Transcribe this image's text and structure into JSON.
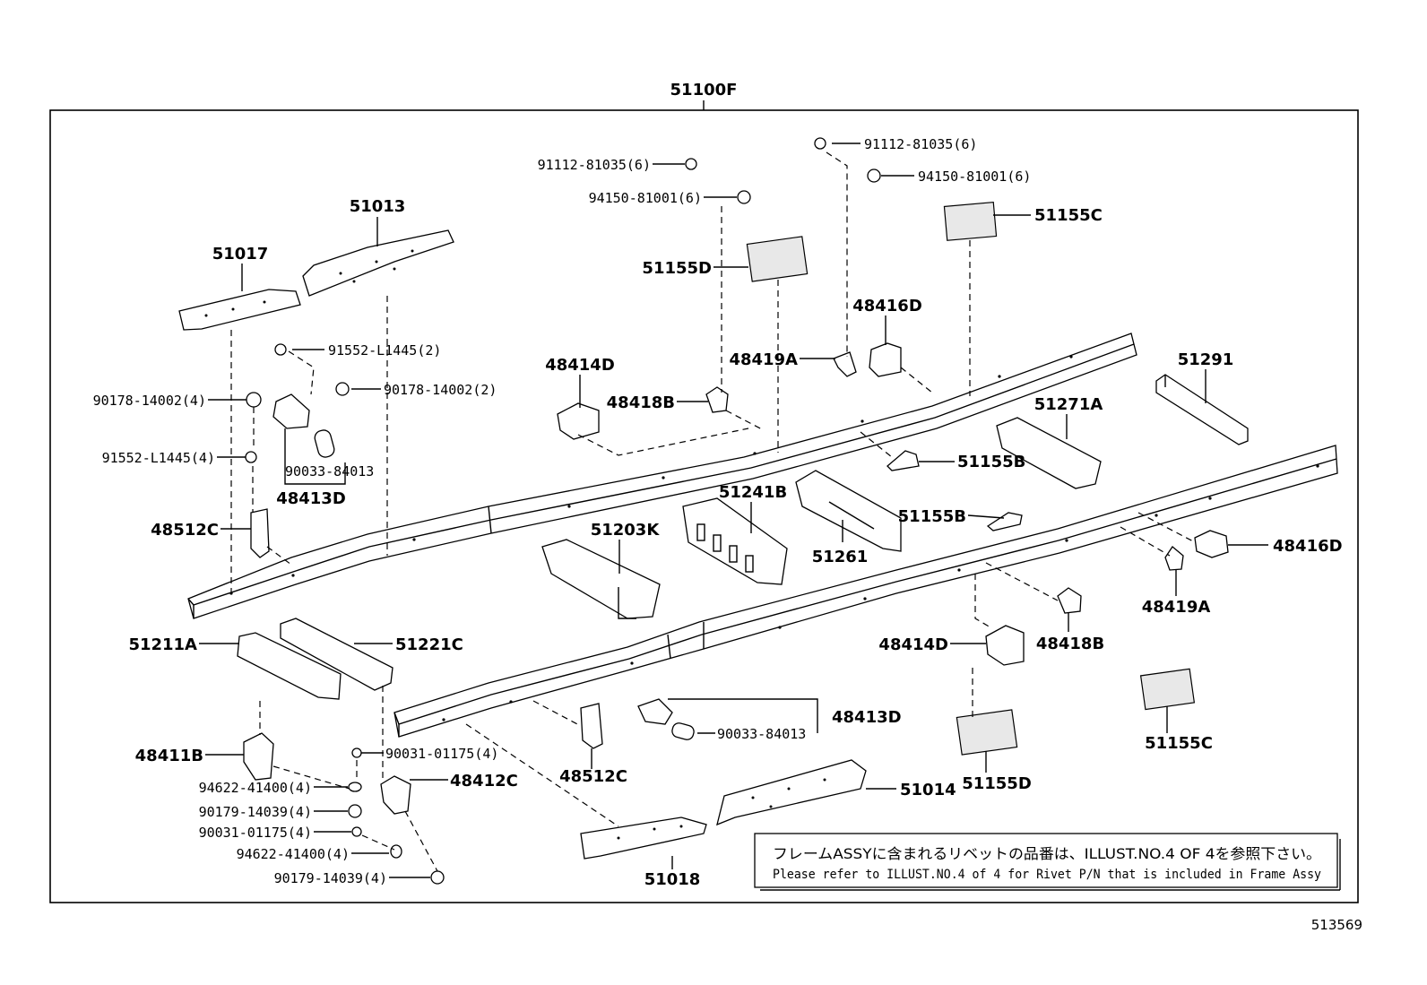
{
  "diagram": {
    "assembly_label": "51100F",
    "figure_id": "513569",
    "note": {
      "jp": "フレームASSYに含まれるリベットの品番は、ILLUST.NO.4 OF 4を参照下さい。",
      "en": "Please refer to ILLUST.NO.4 of 4 for Rivet P/N that is included in Frame Assy"
    },
    "labels": {
      "p51013": "51013",
      "p51017": "51017",
      "p91552_2": "91552-L1445(2)",
      "p90178_2": "90178-14002(2)",
      "p90178_4": "90178-14002(4)",
      "p91552_4": "91552-L1445(4)",
      "p90033_a": "90033-84013",
      "p48413D_a": "48413D",
      "p48512C_a": "48512C",
      "p91112_a": "91112-81035(6)",
      "p94150_a": "94150-81001(6)",
      "p51155D_a": "51155D",
      "p91112_b": "91112-81035(6)",
      "p94150_b": "94150-81001(6)",
      "p51155C_a": "51155C",
      "p48416D_a": "48416D",
      "p48419A_a": "48419A",
      "p48414D_a": "48414D",
      "p48418B_a": "48418B",
      "p51291": "51291",
      "p51271A": "51271A",
      "p51155B_a": "51155B",
      "p51241B": "51241B",
      "p51155B_b": "51155B",
      "p51203K": "51203K",
      "p51261": "51261",
      "p48416D_b": "48416D",
      "p48419A_b": "48419A",
      "p48418B_b": "48418B",
      "p48414D_b": "48414D",
      "p51211A": "51211A",
      "p51221C": "51221C",
      "p48413D_b": "48413D",
      "p90033_b": "90033-84013",
      "p48411B": "48411B",
      "p90031_a": "90031-01175(4)",
      "p94622_a": "94622-41400(4)",
      "p48412C": "48412C",
      "p90179_a": "90179-14039(4)",
      "p90031_b": "90031-01175(4)",
      "p94622_b": "94622-41400(4)",
      "p90179_b": "90179-14039(4)",
      "p48512C_b": "48512C",
      "p51014": "51014",
      "p51155D_b": "51155D",
      "p51155C_b": "51155C",
      "p51018": "51018"
    }
  }
}
